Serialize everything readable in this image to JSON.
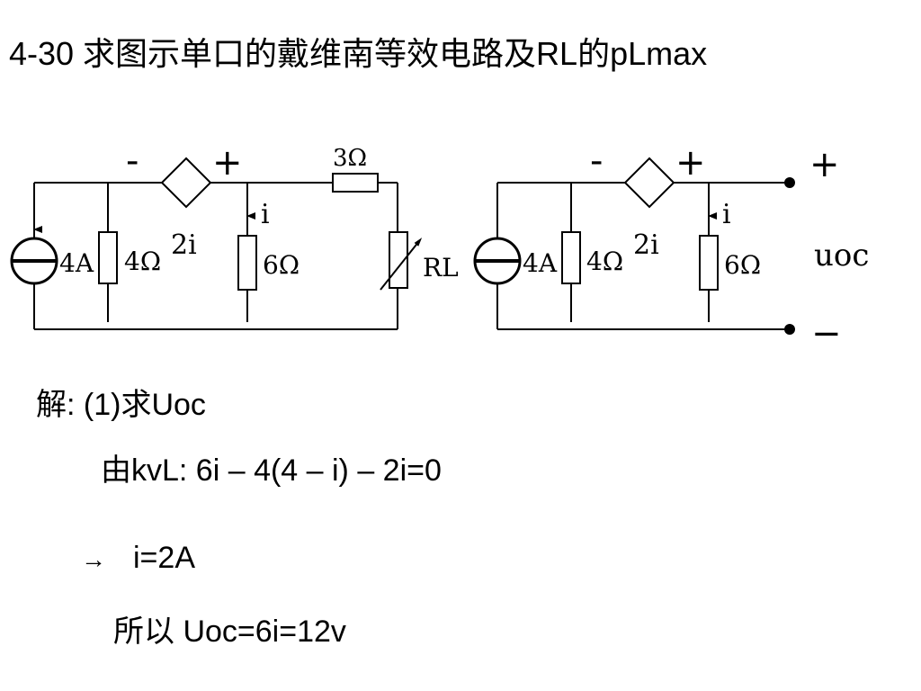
{
  "slide": {
    "title": "4-30 求图示单口的戴维南等效电路及RL的pLmax"
  },
  "circuit_left": {
    "polarity_minus": "-",
    "polarity_plus": "+",
    "resistor_top_label": "3Ω",
    "current_source_label": "4A",
    "resistor_4_label": "4Ω",
    "dependent_source_label": "2i",
    "current_label": "i",
    "resistor_6_label": "6Ω",
    "load_label": "RL"
  },
  "circuit_right": {
    "polarity_minus": "-",
    "polarity_plus": "+",
    "current_source_label": "4A",
    "resistor_4_label": "4Ω",
    "dependent_source_label": "2i",
    "current_label": "i",
    "resistor_6_label": "6Ω",
    "port_plus": "+",
    "port_minus": "−",
    "voltage_label": "uoc"
  },
  "solution": {
    "step1": "解:  (1)求Uoc",
    "step2": "由kvL:  6i – 4(4 – i) – 2i=0",
    "arrow": "→",
    "step3": "i=2A",
    "step4": "所以  Uoc=6i=12v"
  }
}
